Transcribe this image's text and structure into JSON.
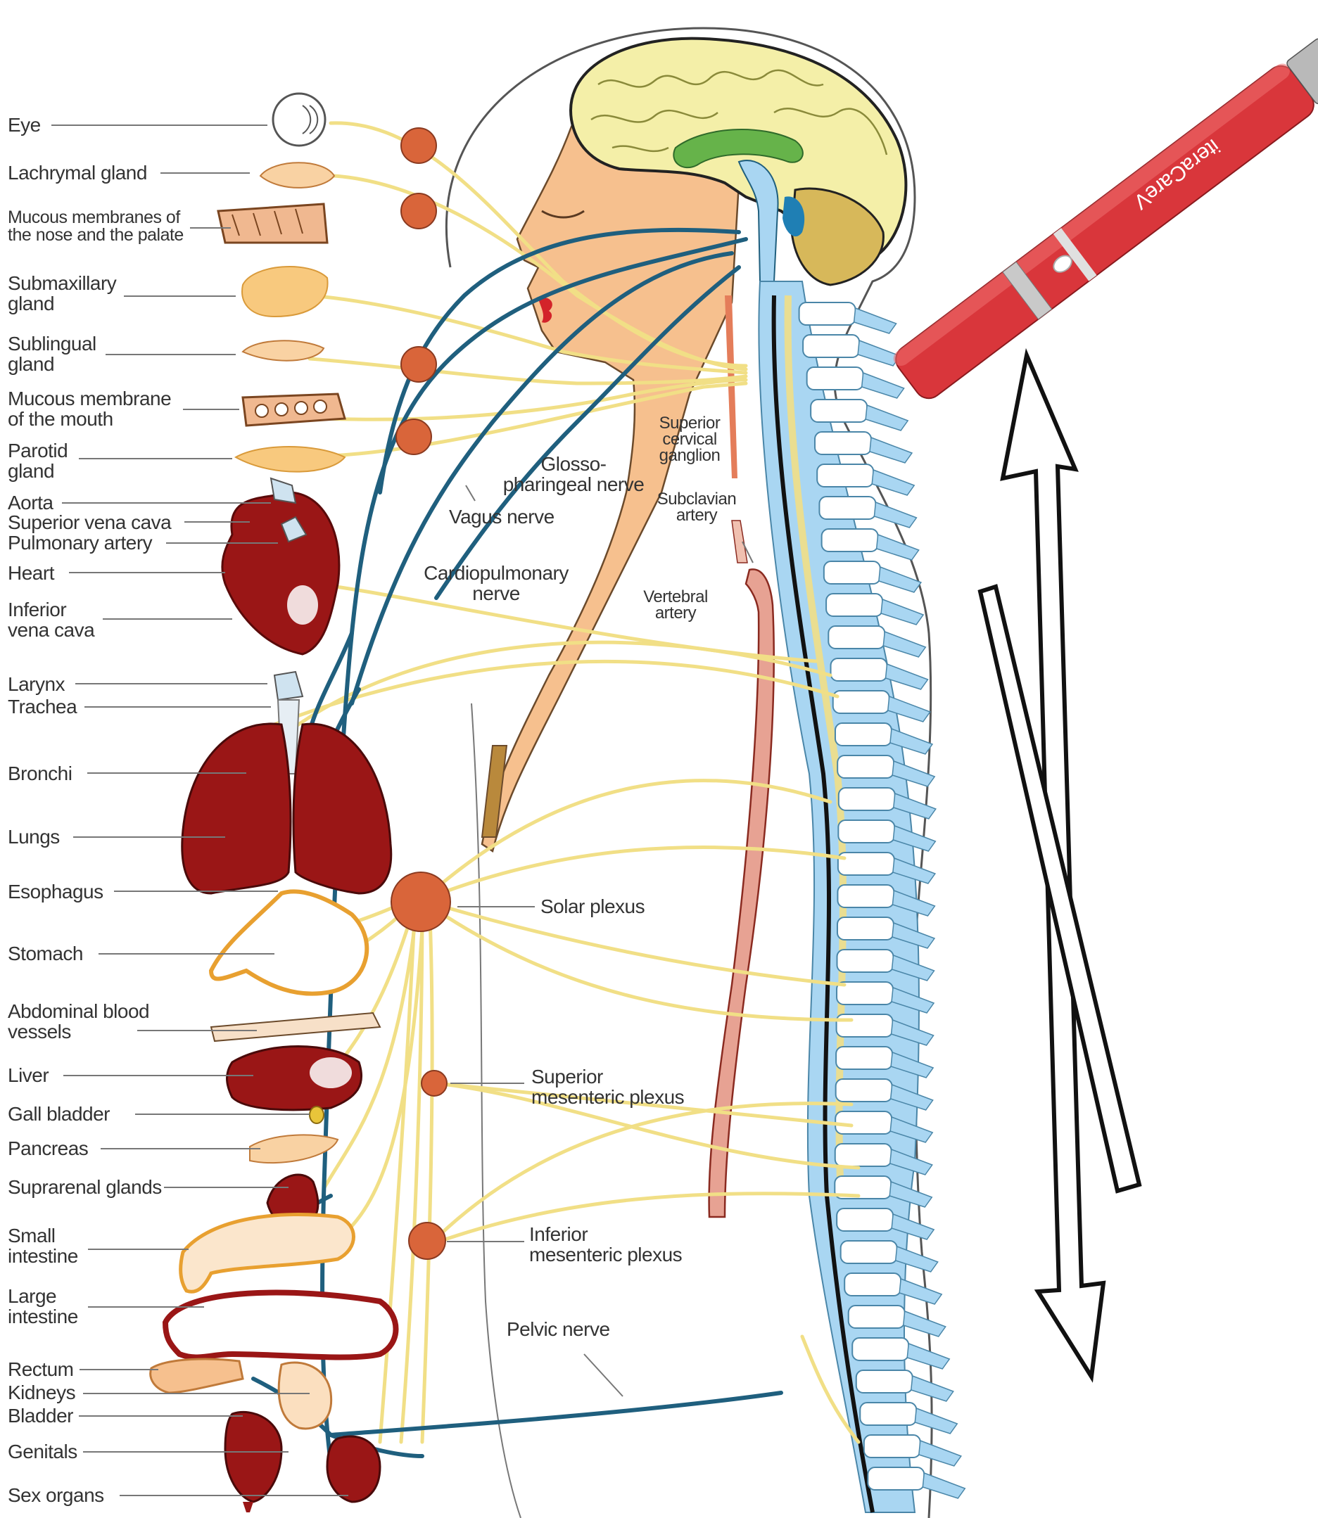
{
  "organs": {
    "eye": "Eye",
    "lachrymal": "Lachrymal gland",
    "mucous_nose": "Mucous membranes of\nthe nose and the palate",
    "submaxillary": "Submaxillary\ngland",
    "sublingual": "Sublingual\ngland",
    "mucous_mouth": "Mucous membrane\nof the mouth",
    "parotid": "Parotid\ngland",
    "aorta": "Aorta",
    "svc": "Superior vena cava",
    "pulmonary": "Pulmonary artery",
    "heart": "Heart",
    "ivc": "Inferior\nvena cava",
    "larynx": "Larynx",
    "trachea": "Trachea",
    "bronchi": "Bronchi",
    "lungs": "Lungs",
    "esophagus": "Esophagus",
    "stomach": "Stomach",
    "abdominal": "Abdominal blood\nvessels",
    "liver": "Liver",
    "gall": "Gall bladder",
    "pancreas": "Pancreas",
    "suprarenal": "Suprarenal glands",
    "small_int": "Small\nintestine",
    "large_int": "Large\nintestine",
    "rectum": "Rectum",
    "kidneys": "Kidneys",
    "bladder": "Bladder",
    "genitals": "Genitals",
    "sex_organs": "Sex organs"
  },
  "nerves": {
    "glosso": "Glosso-\npharingeal nerve",
    "vagus": "Vagus nerve",
    "cardiopulmonary": "Cardiopulmonary\nnerve",
    "superior_cervical": "Superior\ncervical\nganglion",
    "subclavian": "Subclavian\nartery",
    "vertebral": "Vertebral\nartery",
    "solar": "Solar plexus",
    "superior_mesenteric": "Superior\nmesenteric plexus",
    "inferior_mesenteric": "Inferior\nmesenteric plexus",
    "pelvic": "Pelvic nerve"
  },
  "device": {
    "brand": "iteraCareV"
  },
  "colors": {
    "nerve_blue": "#1f5f7e",
    "nerve_yellow": "#f1df86",
    "ganglion": "#d9653a",
    "skin": "#f6c08e",
    "brain": "#f4efa8",
    "spine": "#a9d6f2",
    "organ_red": "#9a1616",
    "device_red": "#d9363b"
  }
}
